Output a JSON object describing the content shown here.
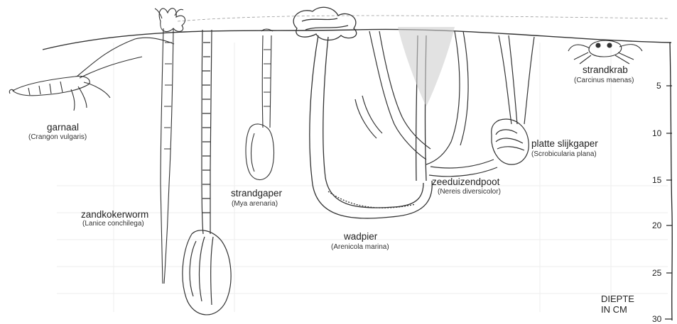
{
  "animals": [
    {
      "name": "garnaal",
      "latin": "(Crangon vulgaris)"
    },
    {
      "name": "zandkokerworm",
      "latin": "(Lanice conchilega)"
    },
    {
      "name": "strandgaper",
      "latin": "(Mya arenaria)"
    },
    {
      "name": "wadpier",
      "latin": "(Arenicola marina)"
    },
    {
      "name": "zeeduizendpoot",
      "latin": "(Nereis diversicolor)"
    },
    {
      "name": "platte slijkgaper",
      "latin": "(Scrobicularia plana)"
    },
    {
      "name": "strandkrab",
      "latin": "(Carcinus maenas)"
    }
  ],
  "depth_axis": {
    "unit_line1": "DIEPTE",
    "unit_line2": "IN CM",
    "ticks": [
      "5",
      "10",
      "15",
      "20",
      "25",
      "30"
    ]
  }
}
